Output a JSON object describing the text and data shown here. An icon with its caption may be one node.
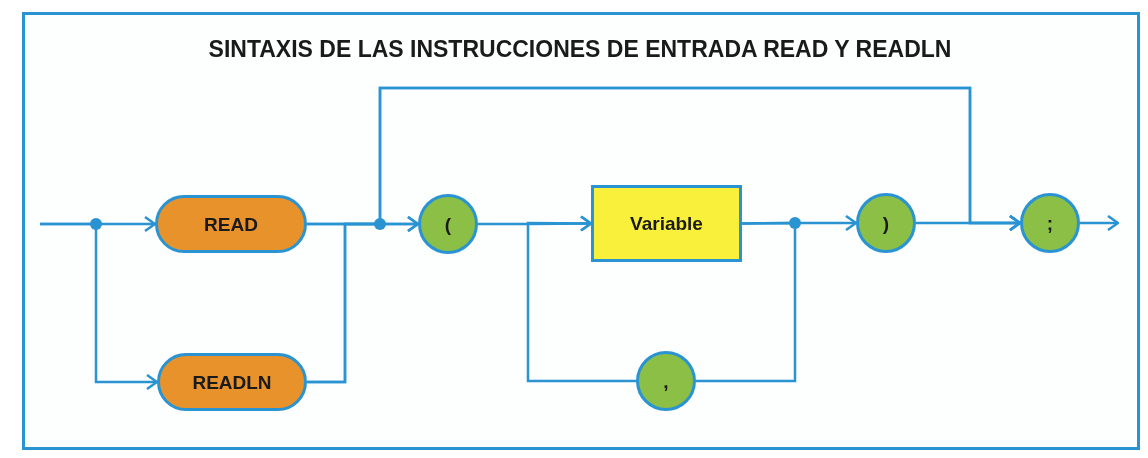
{
  "diagram": {
    "title": "SINTAXIS DE LAS INSTRUCCIONES DE ENTRADA READ Y READLN",
    "nodes": [
      {
        "text": [
          "READ"
        ]
      },
      {
        "text": [
          "READLN"
        ]
      },
      {
        "text": [
          "("
        ]
      },
      {
        "text": [
          "Variable"
        ]
      },
      {
        "text": [
          ")"
        ]
      },
      {
        "text": [
          ";"
        ]
      },
      {
        "text": [
          ","
        ]
      }
    ],
    "edges": [
      {
        "from": null,
        "to": 0,
        "arrow": "to"
      },
      {
        "from": null,
        "to": 1,
        "arrow": "to"
      },
      {
        "from": 0,
        "to": 2,
        "arrow": "to"
      },
      {
        "from": 1,
        "to": 2,
        "arrow": "to"
      },
      {
        "from": 0,
        "to": 5,
        "arrow": "to"
      },
      {
        "from": 1,
        "to": 5,
        "arrow": "to"
      },
      {
        "from": 2,
        "to": 3,
        "arrow": "to"
      },
      {
        "from": 3,
        "to": 4,
        "arrow": "to"
      },
      {
        "from": 3,
        "to": 6,
        "arrow": "none"
      },
      {
        "from": 6,
        "to": 3,
        "arrow": "to"
      },
      {
        "from": 4,
        "to": 5,
        "arrow": "to"
      },
      {
        "from": 5,
        "to": null,
        "arrow": "to"
      }
    ]
  }
}
